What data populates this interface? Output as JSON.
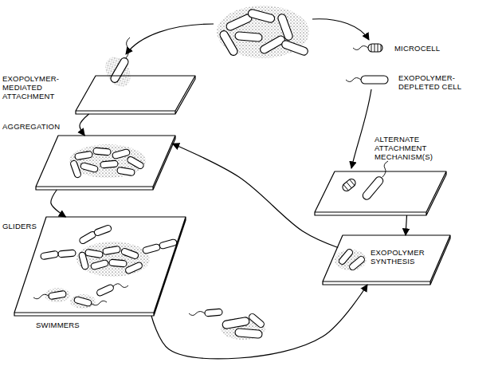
{
  "diagram": {
    "nodes": [
      {
        "text": [
          "EXOPOLYMER- MEDIATED ATTACHMENT"
        ]
      },
      {
        "text": [
          "AGGREGATION"
        ]
      },
      {
        "text": [
          "GLIDERS",
          "SWIMMERS"
        ]
      },
      {
        "text": [
          "ALTERNATE ATTACHMENT MECHANISM(S)"
        ]
      },
      {
        "text": [
          "EXOPOLYMER SYNTHESIS"
        ]
      }
    ],
    "edges": [
      {
        "from": 0,
        "to": 1,
        "arrow": "to"
      },
      {
        "from": 1,
        "to": 2,
        "arrow": "to"
      },
      {
        "from": 2,
        "to": 4,
        "arrow": "to"
      },
      {
        "from": 3,
        "to": 4,
        "arrow": "to"
      },
      {
        "from": 4,
        "to": 1,
        "arrow": "to"
      }
    ],
    "labels": [
      "MICROCELL",
      "EXOPOLYMER- DEPLETED CELL"
    ]
  }
}
